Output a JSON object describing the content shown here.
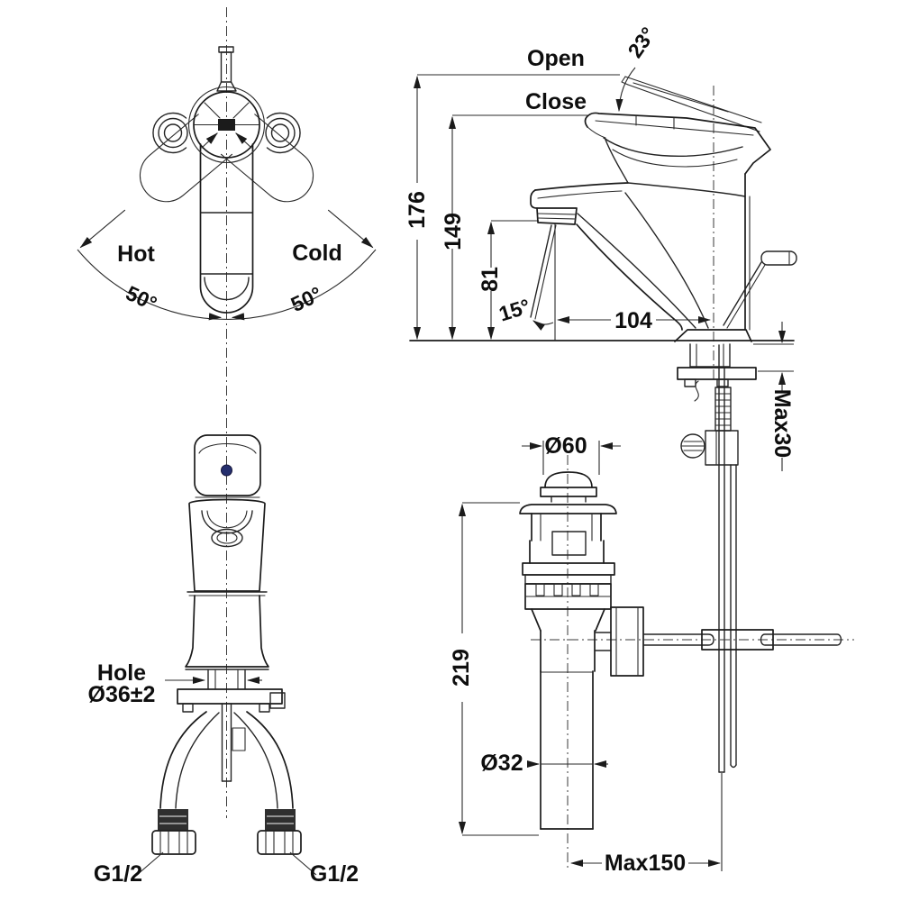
{
  "drawing": {
    "top_view": {
      "hot_label": "Hot",
      "cold_label": "Cold",
      "swing_angle_left": "50°",
      "swing_angle_right": "50°"
    },
    "side_view": {
      "open_label": "Open",
      "close_label": "Close",
      "lever_angle": "23°",
      "height_open": "176",
      "height_close": "149",
      "spout_height": "81",
      "stream_angle": "15°",
      "spout_reach": "104",
      "deck_thickness": "Max30"
    },
    "front_view": {
      "hole_label": "Hole",
      "hole_diameter": "Ø36±2",
      "thread_left": "G1/2",
      "thread_right": "G1/2"
    },
    "drain_view": {
      "cap_diameter": "Ø60",
      "drain_height": "219",
      "pipe_diameter": "Ø32",
      "rod_reach": "Max150"
    }
  },
  "colors": {
    "line": "#1b1b1b",
    "indicator_dot": "#252f6e",
    "background": "#ffffff"
  }
}
